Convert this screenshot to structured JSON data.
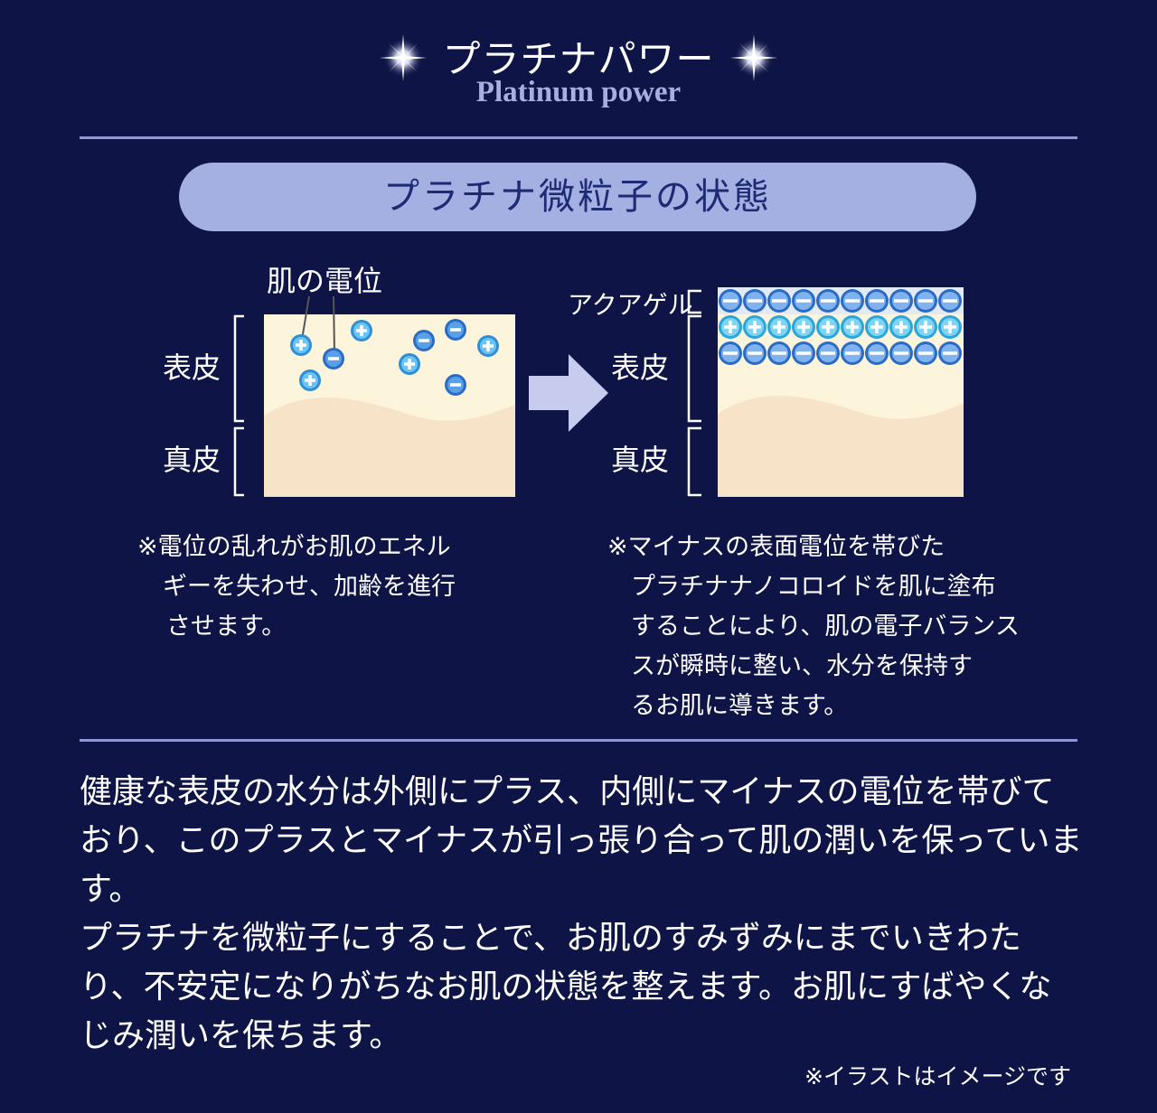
{
  "header": {
    "title": "プラチナパワー",
    "subtitle": "Platinum power"
  },
  "section": {
    "title": "プラチナ微粒子の状態"
  },
  "diagram_left": {
    "callout": "肌の電位",
    "layer_top": "表皮",
    "layer_bottom": "真皮",
    "note_lines": [
      "※電位の乱れがお肌のエネル",
      "ギーを失わせ、加齢を進行",
      "させます。"
    ]
  },
  "diagram_right": {
    "layer_gel": "アクアゲル",
    "layer_top": "表皮",
    "layer_bottom": "真皮",
    "note_lines": [
      "※マイナスの表面電位を帯びた",
      "プラチナナノコロイドを肌に塗布",
      "することにより、肌の電子バランス",
      "スが瞬時に整い、水分を保持す",
      "るお肌に導きます。"
    ]
  },
  "body": {
    "paragraph1": "健康な表皮の水分は外側にプラス、内側にマイナスの電位を帯びており、このプラスとマイナスが引っ張り合って肌の潤いを保っています。",
    "paragraph2": "プラチナを微粒子にすることで、お肌のすみずみにまでいきわたり、不安定になりがちなお肌の状態を整えます。お肌にすばやくなじみ潤いを保ちます。"
  },
  "footnote": "※イラストはイメージです",
  "colors": {
    "background": "#0e1445",
    "pill": "#a5b0e2",
    "pill_text": "#1d2a74",
    "epidermis": "#fdf4dc",
    "dermis": "#f7e3c8",
    "particle": "#2f8fd6",
    "arrow": "#c7cbee"
  },
  "icons": [
    "sparkle-icon",
    "arrow-right-icon",
    "plus-particle-icon",
    "minus-particle-icon"
  ]
}
